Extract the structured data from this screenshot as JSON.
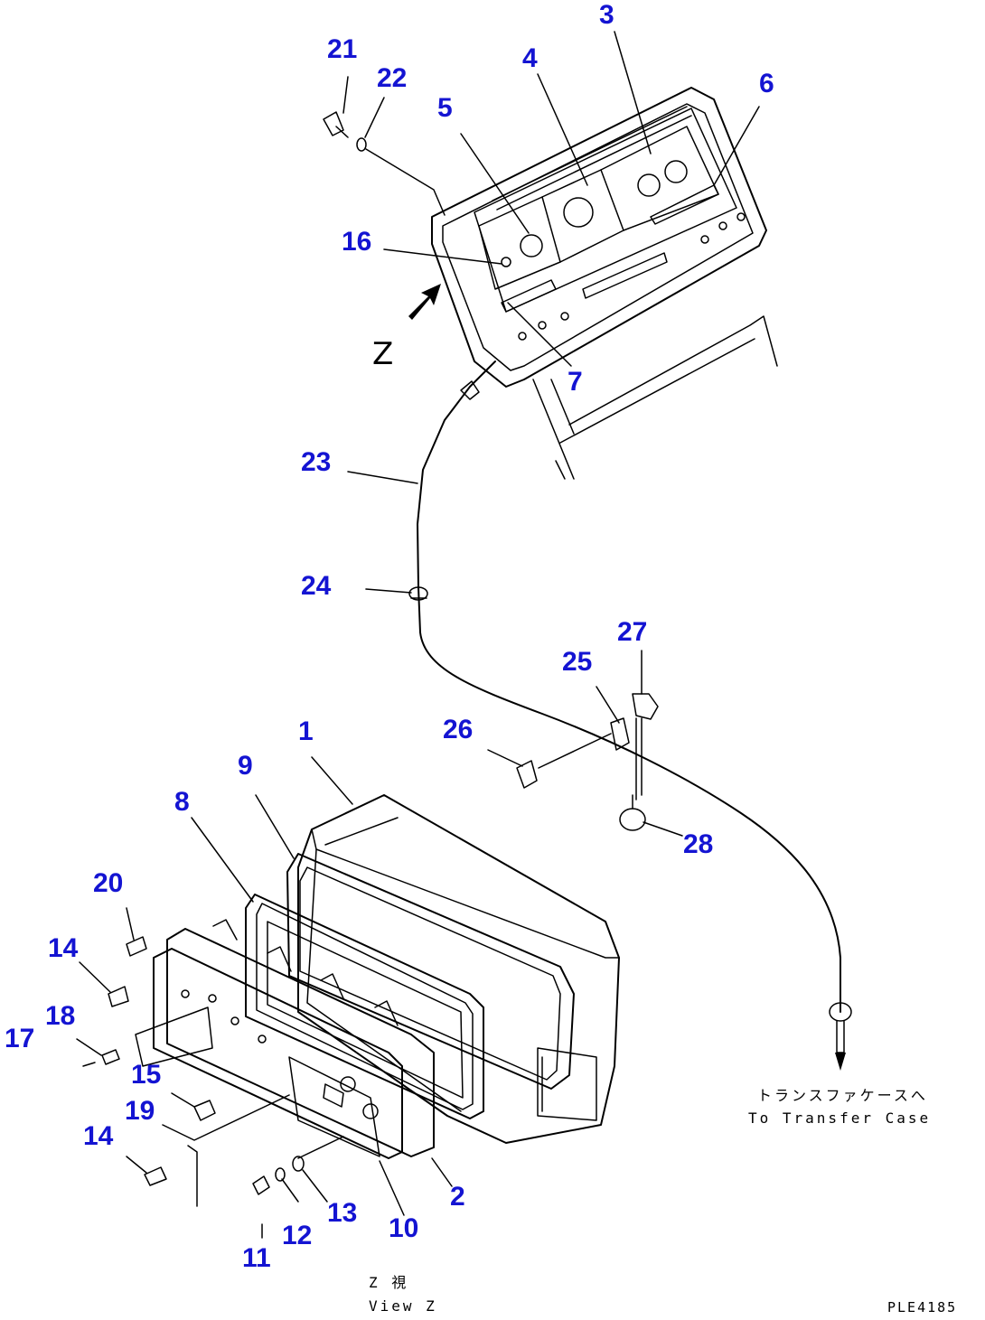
{
  "view_letter": "Z",
  "callouts": [
    {
      "id": "p1",
      "text": "1"
    },
    {
      "id": "p2",
      "text": "2"
    },
    {
      "id": "p3",
      "text": "3"
    },
    {
      "id": "p4",
      "text": "4"
    },
    {
      "id": "p5",
      "text": "5"
    },
    {
      "id": "p6",
      "text": "6"
    },
    {
      "id": "p7",
      "text": "7"
    },
    {
      "id": "p8",
      "text": "8"
    },
    {
      "id": "p9",
      "text": "9"
    },
    {
      "id": "p10",
      "text": "10"
    },
    {
      "id": "p11",
      "text": "11"
    },
    {
      "id": "p12",
      "text": "12"
    },
    {
      "id": "p13",
      "text": "13"
    },
    {
      "id": "p14a",
      "text": "14"
    },
    {
      "id": "p14b",
      "text": "14"
    },
    {
      "id": "p15",
      "text": "15"
    },
    {
      "id": "p16",
      "text": "16"
    },
    {
      "id": "p17",
      "text": "17"
    },
    {
      "id": "p18",
      "text": "18"
    },
    {
      "id": "p19",
      "text": "19"
    },
    {
      "id": "p20",
      "text": "20"
    },
    {
      "id": "p21",
      "text": "21"
    },
    {
      "id": "p22",
      "text": "22"
    },
    {
      "id": "p23",
      "text": "23"
    },
    {
      "id": "p24",
      "text": "24"
    },
    {
      "id": "p25",
      "text": "25"
    },
    {
      "id": "p26",
      "text": "26"
    },
    {
      "id": "p27",
      "text": "27"
    },
    {
      "id": "p28",
      "text": "28"
    }
  ],
  "transfer_note": {
    "jp": "トランスファケースへ",
    "en": "To Transfer Case"
  },
  "view_caption": {
    "jp": "Z 視",
    "en": "View Z"
  },
  "drawing_number": "PLE4185",
  "colors": {
    "callout": "#1414d2",
    "line": "#000000",
    "background": "#ffffff"
  }
}
